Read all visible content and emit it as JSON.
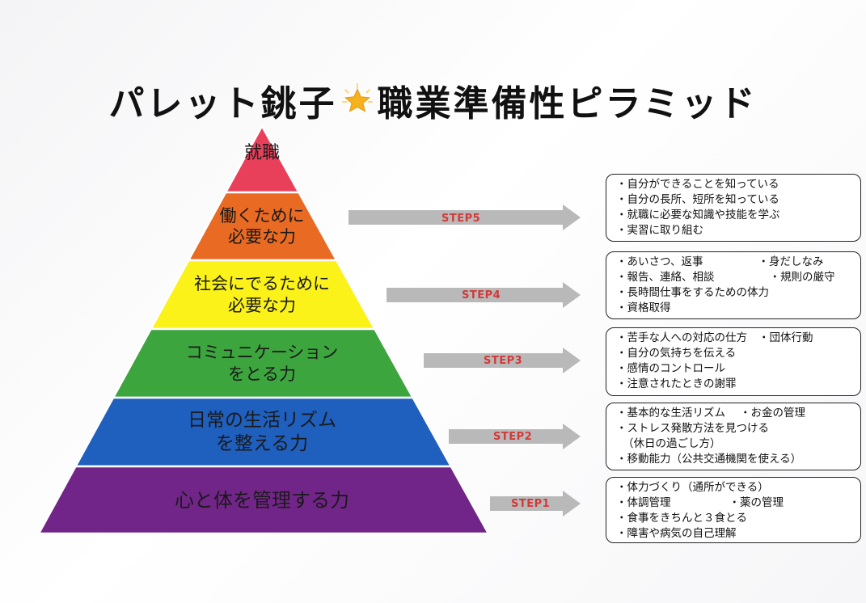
{
  "title": {
    "left": "パレット銚子",
    "right": "職業準備性ピラミッド",
    "separator_icon": "star-icon"
  },
  "tiers": [
    {
      "lines": [
        "就職"
      ],
      "color": "#e8405a"
    },
    {
      "lines": [
        "働くために",
        "必要な力"
      ],
      "color": "#e96a22"
    },
    {
      "lines": [
        "社会にでるために",
        "必要な力"
      ],
      "color": "#fbf21a"
    },
    {
      "lines": [
        "コミュニケーション",
        "をとる力"
      ],
      "color": "#3da53e"
    },
    {
      "lines": [
        "日常の生活リズム",
        "を整える力"
      ],
      "color": "#1f5fbe"
    },
    {
      "lines": [
        "心と体を管理する力"
      ],
      "color": "#722588"
    }
  ],
  "steps": [
    {
      "label": "STEP5",
      "lines": [
        [
          "・自分ができることを知っている"
        ],
        [
          "・自分の長所、短所を知っている"
        ],
        [
          "・就職に必要な知識や技能を学ぶ"
        ],
        [
          "・実習に取り組む"
        ]
      ]
    },
    {
      "label": "STEP4",
      "lines": [
        [
          "・あいさつ、返事",
          "・身だしなみ"
        ],
        [
          "・報告、連絡、相談",
          "・規則の厳守"
        ],
        [
          "・長時間仕事をするための体力"
        ],
        [
          "・資格取得"
        ]
      ]
    },
    {
      "label": "STEP3",
      "lines": [
        [
          "・苦手な人への対応の仕方",
          "・団体行動"
        ],
        [
          "・自分の気持ちを伝える"
        ],
        [
          "・感情のコントロール"
        ],
        [
          "・注意されたときの謝罪"
        ]
      ]
    },
    {
      "label": "STEP2",
      "lines": [
        [
          "・基本的な生活リズム",
          "・お金の管理"
        ],
        [
          "・ストレス発散方法を見つける"
        ],
        [
          "（休日の過ごし方）"
        ],
        [
          "・移動能力（公共交通機関を使える）"
        ]
      ]
    },
    {
      "label": "STEP1",
      "lines": [
        [
          "・体力づくり（通所ができる）"
        ],
        [
          "・体調管理",
          "・薬の管理"
        ],
        [
          "・食事をきちんと３食とる"
        ],
        [
          "・障害や病気の自己理解"
        ]
      ]
    }
  ],
  "colors": {
    "arrow": "#b9b9b9",
    "step_label": "#d23a3a",
    "star": "#f5b21c"
  }
}
